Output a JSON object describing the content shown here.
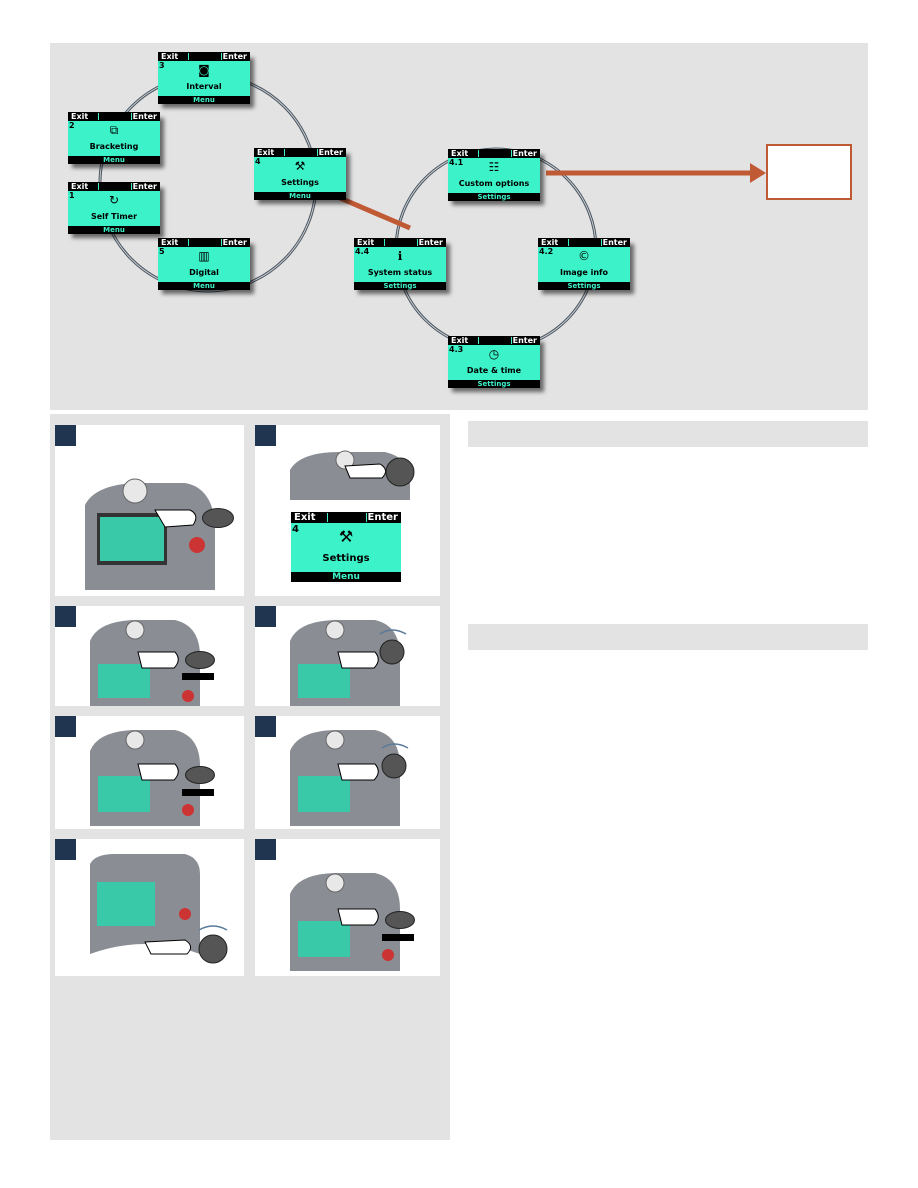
{
  "diagram": {
    "main_menu": [
      {
        "idx": "3",
        "icon": "interval-icon",
        "glyph": "◙",
        "title": "Interval",
        "footer": "Menu",
        "exit": "Exit",
        "enter": "Enter"
      },
      {
        "idx": "2",
        "icon": "bracketing-icon",
        "glyph": "⧉",
        "title": "Bracketing",
        "footer": "Menu",
        "exit": "Exit",
        "enter": "Enter"
      },
      {
        "idx": "1",
        "icon": "self-timer-icon",
        "glyph": "↻",
        "title": "Self Timer",
        "footer": "Menu",
        "exit": "Exit",
        "enter": "Enter"
      },
      {
        "idx": "4",
        "icon": "settings-icon",
        "glyph": "⚒",
        "title": "Settings",
        "footer": "Menu",
        "exit": "Exit",
        "enter": "Enter"
      },
      {
        "idx": "5",
        "icon": "digital-icon",
        "glyph": "▥",
        "title": "Digital",
        "footer": "Menu",
        "exit": "Exit",
        "enter": "Enter"
      }
    ],
    "settings_menu": [
      {
        "idx": "4.1",
        "icon": "custom-options-icon",
        "glyph": "☷",
        "title": "Custom options",
        "footer": "Settings",
        "exit": "Exit",
        "enter": "Enter"
      },
      {
        "idx": "4.4",
        "icon": "system-status-icon",
        "glyph": "ℹ",
        "title": "System status",
        "footer": "Settings",
        "exit": "Exit",
        "enter": "Enter"
      },
      {
        "idx": "4.2",
        "icon": "image-info-icon",
        "glyph": "©",
        "title": "Image info",
        "footer": "Settings",
        "exit": "Exit",
        "enter": "Enter"
      },
      {
        "idx": "4.3",
        "icon": "date-time-icon",
        "glyph": "◷",
        "title": "Date & time",
        "footer": "Settings",
        "exit": "Exit",
        "enter": "Enter"
      }
    ]
  },
  "step2_screen": {
    "idx": "4",
    "title": "Settings",
    "footer": "Menu",
    "exit": "Exit",
    "enter": "Enter"
  },
  "colors": {
    "lcd": "#3cf2c8",
    "arrow": "#c05a35",
    "panel": "#e3e3e3",
    "step_badge": "#1f3550"
  }
}
